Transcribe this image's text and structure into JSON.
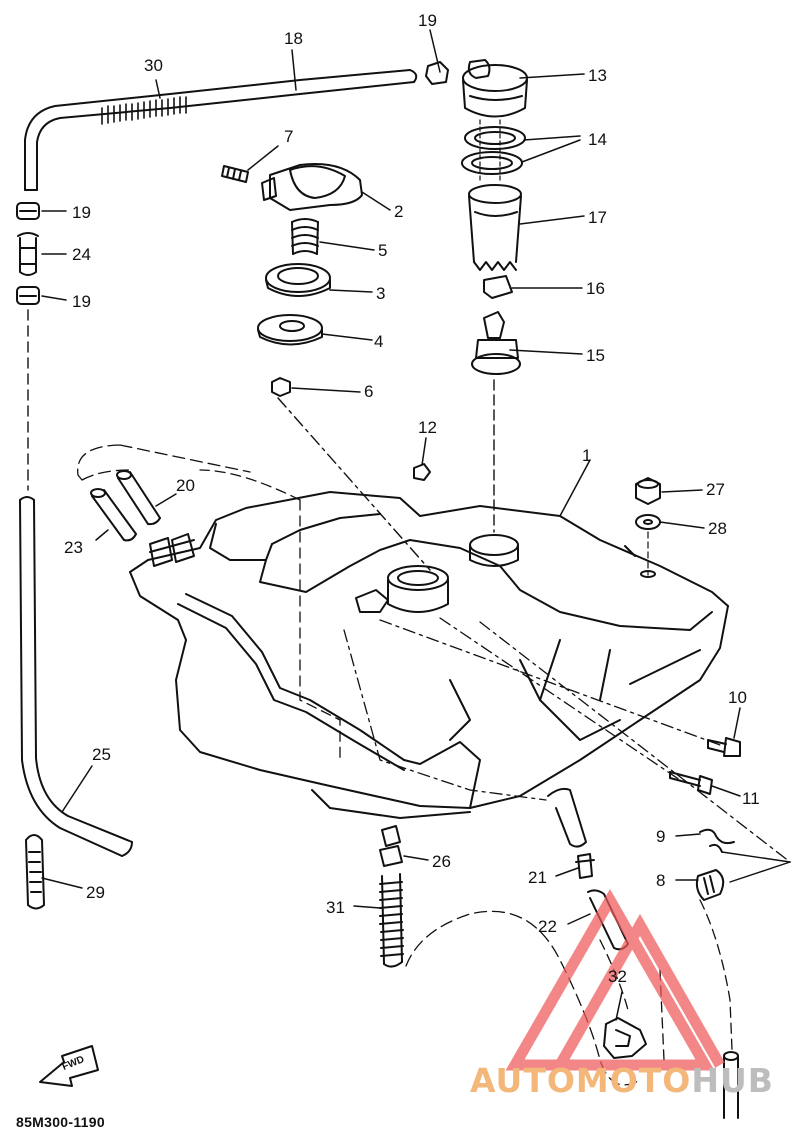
{
  "diagram": {
    "drawing_code": "85M300-1190",
    "fwd_label": "FWD",
    "callouts": [
      {
        "id": "c1",
        "text": "1"
      },
      {
        "id": "c2",
        "text": "2"
      },
      {
        "id": "c3",
        "text": "3"
      },
      {
        "id": "c4",
        "text": "4"
      },
      {
        "id": "c5",
        "text": "5"
      },
      {
        "id": "c6",
        "text": "6"
      },
      {
        "id": "c7",
        "text": "7"
      },
      {
        "id": "c8",
        "text": "8"
      },
      {
        "id": "c9",
        "text": "9"
      },
      {
        "id": "c10",
        "text": "10"
      },
      {
        "id": "c11",
        "text": "11"
      },
      {
        "id": "c12",
        "text": "12"
      },
      {
        "id": "c13",
        "text": "13"
      },
      {
        "id": "c14",
        "text": "14"
      },
      {
        "id": "c15",
        "text": "15"
      },
      {
        "id": "c16",
        "text": "16"
      },
      {
        "id": "c17",
        "text": "17"
      },
      {
        "id": "c18",
        "text": "18"
      },
      {
        "id": "c19a",
        "text": "19"
      },
      {
        "id": "c19b",
        "text": "19"
      },
      {
        "id": "c19c",
        "text": "19"
      },
      {
        "id": "c20",
        "text": "20"
      },
      {
        "id": "c21",
        "text": "21"
      },
      {
        "id": "c22",
        "text": "22"
      },
      {
        "id": "c23",
        "text": "23"
      },
      {
        "id": "c24",
        "text": "24"
      },
      {
        "id": "c25",
        "text": "25"
      },
      {
        "id": "c26",
        "text": "26"
      },
      {
        "id": "c27",
        "text": "27"
      },
      {
        "id": "c28",
        "text": "28"
      },
      {
        "id": "c29",
        "text": "29"
      },
      {
        "id": "c30",
        "text": "30"
      },
      {
        "id": "c31",
        "text": "31"
      },
      {
        "id": "c32",
        "text": "32"
      }
    ]
  },
  "watermark": {
    "text_colored": "AUTOMOTO",
    "text_gray": "HUB",
    "color_accent": "#f4b77a",
    "color_triangle": "#ef5a5a",
    "color_gray": "#bdbdbd"
  }
}
